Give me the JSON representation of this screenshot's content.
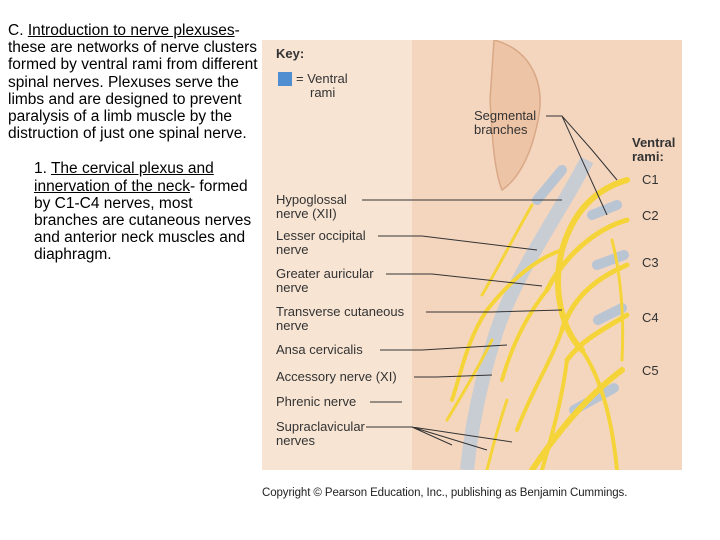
{
  "text": {
    "p1_prefix": "C. ",
    "p1_title": "Introduction to nerve plexuses",
    "p1_body": "- these are networks of nerve clusters formed by ventral rami from different spinal nerves.  Plexuses serve the limbs and are designed to prevent paralysis of a limb muscle by the distruction of just one spinal nerve.",
    "p2_prefix": "1. ",
    "p2_title": "The cervical plexus and innervation of the neck",
    "p2_body": "-  formed by C1-C4 nerves, most branches are cutaneous nerves and anterior neck muscles and diaphragm."
  },
  "figure": {
    "key_title": "Key:",
    "key_item": "= Ventral rami",
    "key_item_line1": "= Ventral",
    "key_item_line2": "rami",
    "segmental_line1": "Segmental",
    "segmental_line2": "branches",
    "ventral_rami_line1": "Ventral",
    "ventral_rami_line2": "rami:",
    "roots": [
      "C1",
      "C2",
      "C3",
      "C4",
      "C5"
    ],
    "labels": [
      {
        "line1": "Hypoglossal",
        "line2": "nerve (XII)"
      },
      {
        "line1": "Lesser occipital",
        "line2": "nerve"
      },
      {
        "line1": "Greater auricular",
        "line2": "nerve"
      },
      {
        "line1": "Transverse cutaneous",
        "line2": "nerve"
      },
      {
        "line1": "Ansa cervicalis",
        "line2": ""
      },
      {
        "line1": "Accessory nerve (XI)",
        "line2": ""
      },
      {
        "line1": "Phrenic nerve",
        "line2": ""
      },
      {
        "line1": "Supraclavicular",
        "line2": "nerves"
      }
    ],
    "colors": {
      "skin": "#f4d6bf",
      "skin_dark": "#e9bfa2",
      "nerve": "#f5d43a",
      "nerve_stroke": "#d8b21e",
      "ventral": "#7fa9d6",
      "bone": "#c8ccd3"
    }
  },
  "copyright": "Copyright © Pearson Education, Inc., publishing as Benjamin Cummings."
}
